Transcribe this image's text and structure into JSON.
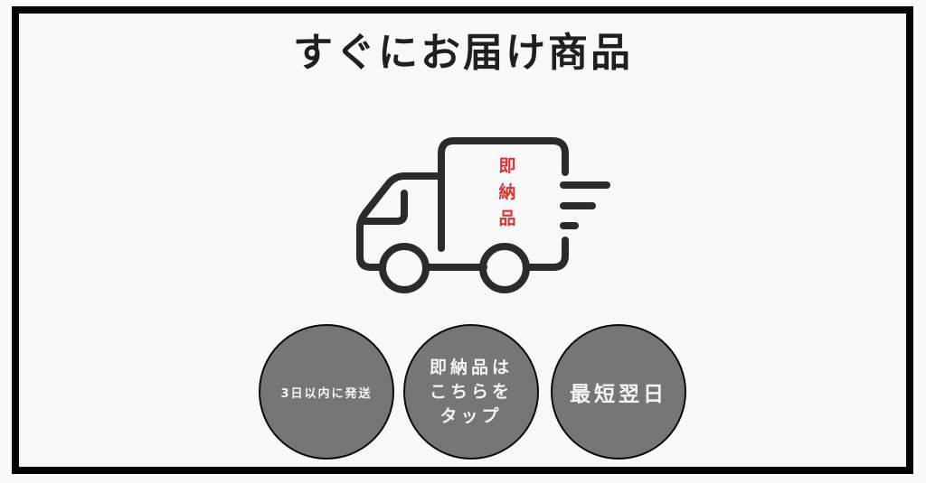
{
  "banner": {
    "title": "すぐにお届け商品",
    "colors": {
      "frame": "#050505",
      "background": "#f8f8f8",
      "title": "#1f1f1f",
      "truck_stroke": "#2b2b2e",
      "accent_red": "#d9322f",
      "badge_fill": "#767676",
      "badge_text": "#f4f4f4"
    }
  },
  "truck": {
    "icon": "delivery-truck-icon",
    "cargo_label": [
      "即",
      "納",
      "品"
    ]
  },
  "badges": [
    {
      "id": "ship-within-3-days",
      "label": "3日以内に発送"
    },
    {
      "id": "instant-delivery-tap",
      "label": "即納品は\nこちらを\nタップ"
    },
    {
      "id": "next-day-earliest",
      "label": "最短翌日"
    }
  ]
}
